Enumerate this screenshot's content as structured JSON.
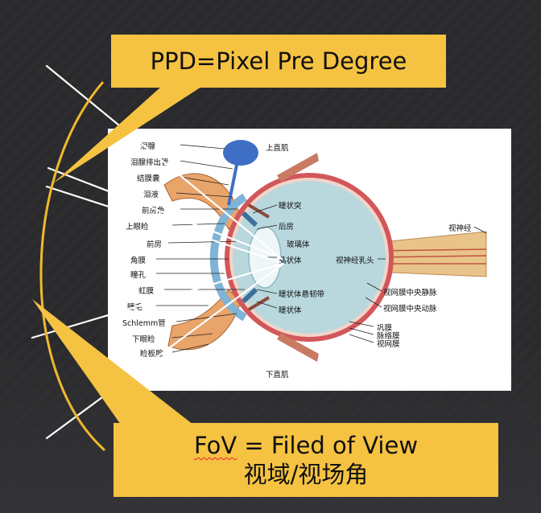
{
  "ppd_callout": {
    "text": "PPD=Pixel Pre Degree"
  },
  "fov_callout": {
    "line1_prefix": "FoV",
    "line1_rest": " = Filed of View",
    "line2": "视域/视场角"
  },
  "eye_labels": {
    "lacrimal_gland": "泪腺",
    "lacrimal_duct": "泪腺排出管",
    "conjunctival_sac": "结膜囊",
    "tears": "泪液",
    "anterior_chamber_angle": "前房角",
    "upper_eyelid": "上眼睑",
    "anterior_chamber": "前房",
    "cornea": "角膜",
    "pupil": "瞳孔",
    "iris": "虹膜",
    "eyelash": "睫毛",
    "schlemm_canal": "Schlemm管",
    "lower_eyelid": "下眼睑",
    "tarsal_gland": "睑板腺",
    "superior_rectus": "上直肌",
    "ciliary_process": "睫状突",
    "posterior_chamber": "后房",
    "vitreous": "玻璃体",
    "lens": "晶状体",
    "zonule": "睫状体悬韧带",
    "ciliary_body": "睫状体",
    "optic_papilla": "视神经乳头",
    "central_retinal_vein": "视网膜中央静脉",
    "central_retinal_artery": "视网膜中央动脉",
    "sclera": "巩膜",
    "choroid": "脉络膜",
    "retina": "视网膜",
    "inferior_rectus": "下直肌",
    "optic_nerve": "视神经"
  },
  "colors": {
    "callout": "#f5c242",
    "arc": "#f0b92c",
    "background": "#2b2b2d",
    "eye_fill": "#b9d8de",
    "sclera_ring": "#d2575a"
  }
}
